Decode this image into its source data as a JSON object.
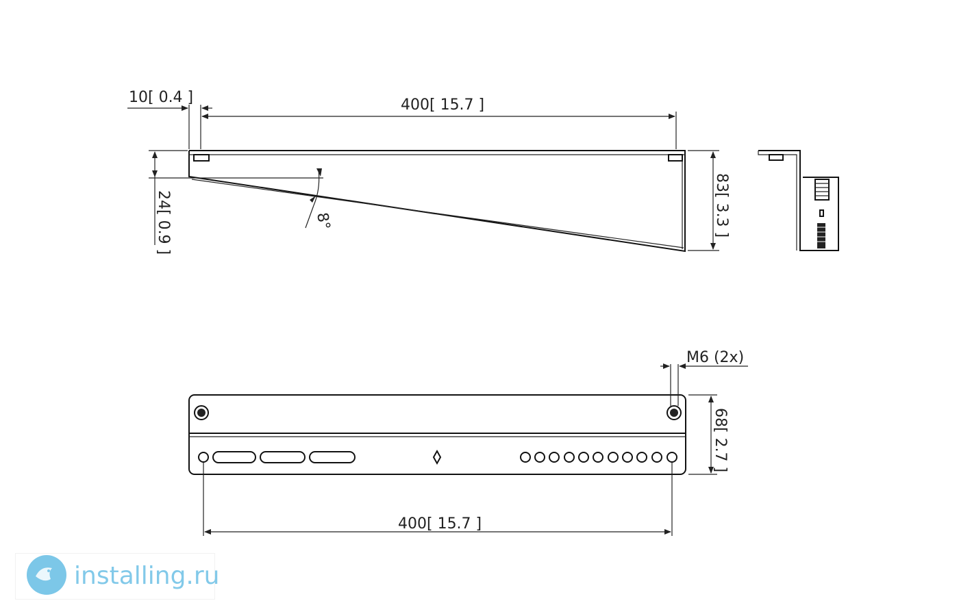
{
  "watermark": {
    "brand": "installing.ru",
    "icon": "bird-logo-icon",
    "accent": "#7cc7e8"
  },
  "side_view": {
    "offset_label": "10[ 0.4 ]",
    "length_label": "400[ 15.7 ]",
    "height_left_label": "24[ 0.9 ]",
    "height_right_label": "83[ 3.3 ]",
    "angle_label": "8°"
  },
  "bottom_view": {
    "thread_label": "M6 (2x)",
    "height_label": "68[ 2.7 ]",
    "length_label": "400[ 15.7 ]",
    "slot_count": 3,
    "hole_count": 11
  },
  "colors": {
    "line": "#111111",
    "background": "#ffffff"
  }
}
